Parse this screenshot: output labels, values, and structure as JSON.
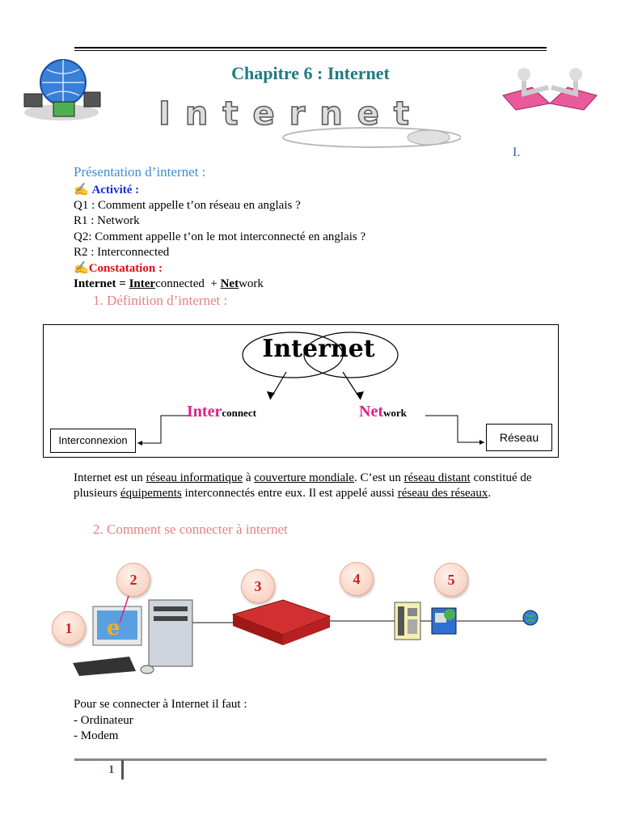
{
  "header": {
    "title": "Chapitre 6 : Internet",
    "banner_word": "Internet",
    "roman_numeral": "I."
  },
  "section": {
    "presentation_title": "Présentation d’internet :",
    "activity_label": "Activité :",
    "q1": "Q1 : Comment appelle t’on réseau en anglais ?",
    "r1": "R1 : Network",
    "q2": "Q2: Comment appelle t’on le mot interconnecté en anglais ?",
    "r2": "R2 : Interconnected",
    "constatation_label": "Constatation  :",
    "formula": {
      "word": "Internet",
      "eq": " = ",
      "inter_bold": "Inter",
      "inter_rest": "connected",
      "plus": "  + ",
      "net_bold": "Net",
      "net_rest": "work"
    }
  },
  "sub1": "1.  Définition d’internet :",
  "diagram": {
    "center_word": "Internet",
    "inter_red": "Inter",
    "inter_black": "connect",
    "net_red": "Net",
    "net_black": "work",
    "left_box": "Interconnexion",
    "right_box": "Réseau"
  },
  "definition": {
    "t1": "Internet est un ",
    "u1": "réseau informatique",
    "t2": " à ",
    "u2": "couverture mondiale",
    "t3": ". C’est un ",
    "u3": "réseau distant",
    "t4": " constitué de plusieurs ",
    "u4": "équipements",
    "t5": " interconnectés entre eux. Il est appelé aussi ",
    "u5": "réseau des réseaux",
    "t6": "."
  },
  "sub2": "2.  Comment se connecter à internet",
  "connection_steps": [
    "1",
    "2",
    "3",
    "4",
    "5"
  ],
  "requirements": {
    "intro": "Pour se connecter à Internet il faut :",
    "items": [
      "- Ordinateur",
      "- Modem"
    ]
  },
  "footer": {
    "page_number": "1"
  },
  "colors": {
    "title": "#1f7a80",
    "section": "#3a8ed6",
    "activity": "#1a28d8",
    "constatation": "#e01010",
    "subheading": "#e88080",
    "diagram_red": "#e0208a"
  },
  "icons": [
    "pencil-hand-icon",
    "globe-icon",
    "handshake-icon",
    "computer-icon",
    "modem-icon",
    "telephone-icon",
    "network-icon"
  ]
}
